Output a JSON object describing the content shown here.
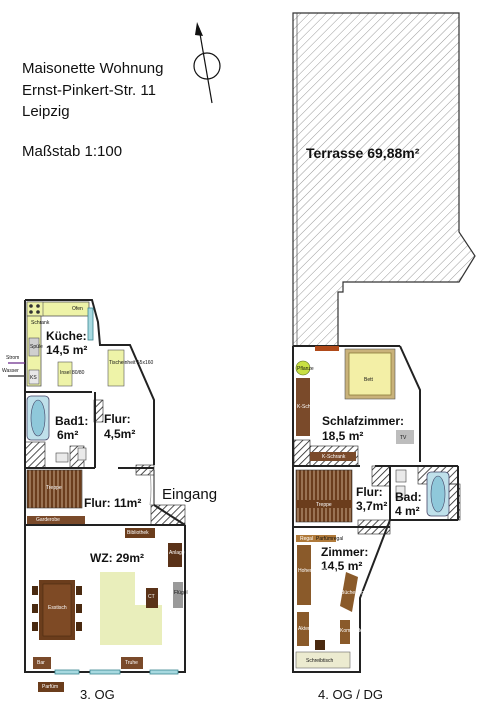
{
  "header": {
    "title": "Maisonette Wohnung",
    "street": "Ernst-Pinkert-Str. 11",
    "city": "Leipzig",
    "scale": "Maßstab 1:100"
  },
  "floor3": {
    "caption": "3. OG",
    "kitchen": "Küche:",
    "kitchen_area": "14,5 m²",
    "bath": "Bad1:",
    "bath_area": "6m²",
    "hall_upper": "Flur:",
    "hall_upper_area": "4,5m²",
    "hall_lower": "Flur: 11m²",
    "entrance": "Eingang",
    "living": "WZ: 29m²",
    "stairs": "Treppe",
    "furniture": {
      "oven": "Ofen",
      "cabinet": "Schrank",
      "sink": "Spüle",
      "fridge": "KS",
      "island": "Insel 80/80",
      "table": "Tischeinheit 55x160",
      "electricity": "Strom",
      "water": "Wasser",
      "wardrobe": "Garderobe",
      "library": "Bibliothek",
      "sideboard": "Anlage",
      "piano": "Flügel",
      "dining": "Esstisch",
      "tv": "CT",
      "bar": "Bar",
      "chest": "Truhe",
      "perfume": "Parfüm"
    }
  },
  "floor4": {
    "caption": "4. OG / DG",
    "terrace": "Terrasse 69,88m²",
    "bedroom": "Schlafzimmer:",
    "bedroom_area": "18,5 m²",
    "hall": "Flur:",
    "hall_area": "3,7m²",
    "bath": "Bad:",
    "bath_area": "4 m²",
    "room": "Zimmer:",
    "room_area": "14,5 m²",
    "stairs": "Treppe",
    "furniture": {
      "bed": "Bett",
      "plant": "Pflanze",
      "wardrobe_bed": "K-Schrank",
      "wardrobe_hall": "K-Schrank",
      "tv": "TV",
      "shelf": "Regal",
      "perfume_shelf": "Parfümregal",
      "wardrobe_room": "Hoher K-Schrank",
      "cabinet": "Aktenregal",
      "bookshelf": "Bücherregal",
      "desk": "Schreibtisch",
      "slide": "Kommode"
    }
  }
}
